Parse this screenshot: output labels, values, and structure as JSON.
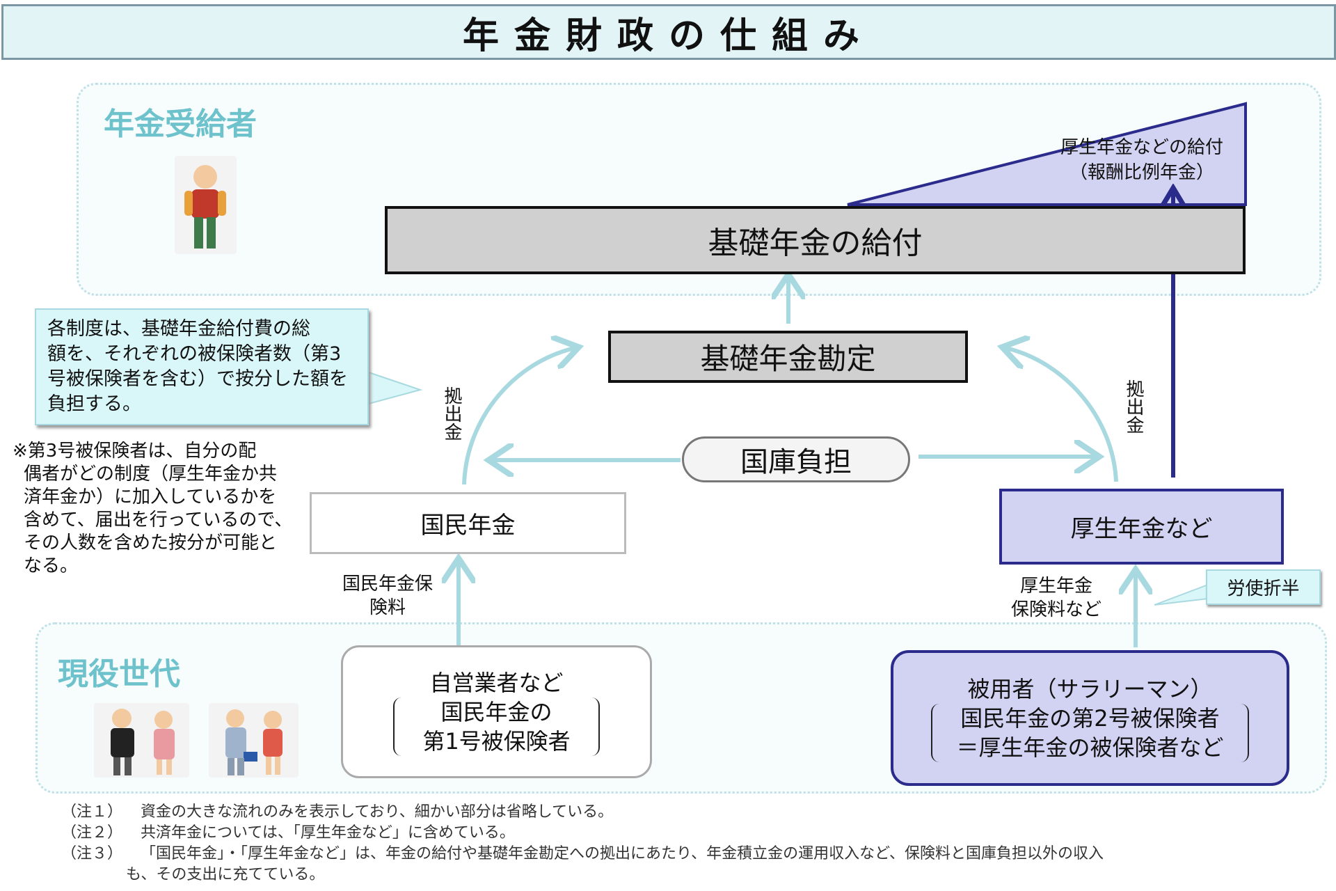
{
  "title": "年金財政の仕組み",
  "regions": {
    "recipients": "年金受給者",
    "working": "現役世代"
  },
  "benefits": {
    "employee_benefit_line1": "厚生年金などの給付",
    "employee_benefit_line2": "（報酬比例年金）",
    "basic_benefit": "基礎年金の給付"
  },
  "basic_account": "基礎年金勘定",
  "contribution_left": "拠出金",
  "contribution_right": "拠出金",
  "national_treasury": "国庫負担",
  "national_pension": "国民年金",
  "employee_pension": "厚生年金など",
  "national_premium": [
    "国民年金保",
    "険料"
  ],
  "employee_premium": [
    "厚生年金",
    "保険料など"
  ],
  "labor_split": "労使折半",
  "callout": [
    "各制度は、基礎年金給付費の総",
    "額を、それぞれの被保険者数（第3",
    "号被保険者を含む）で按分した額を",
    "負担する。"
  ],
  "note3": [
    "※第3号被保険者は、自分の配",
    "偶者がどの制度（厚生年金か共",
    "済年金か）に加入しているかを",
    "含めて、届出を行っているので、",
    "その人数を含めた按分が可能と",
    "なる。"
  ],
  "self_employed": [
    "自営業者など",
    "国民年金の",
    "第1号被保険者"
  ],
  "employees": [
    "被用者（サラリーマン）",
    "国民年金の第2号被保険者",
    "＝厚生年金の被保険者など"
  ],
  "footnotes": [
    {
      "label": "（注１）",
      "text": "資金の大きな流れのみを表示しており、細かい部分は省略している。"
    },
    {
      "label": "（注２）",
      "text": "共済年金については、「厚生年金など」に含めている。"
    },
    {
      "label": "（注３）",
      "text": "「国民年金」・「厚生年金など」は、年金の給付や基礎年金勘定への拠出にあたり、年金積立金の運用収入など、保険料と国庫負担以外の収入"
    },
    {
      "label": "",
      "text": "も、その支出に充てている。"
    }
  ],
  "colors": {
    "arrow_light": "#a9d9e0",
    "navy": "#2b2b8c",
    "lavender": "#d2d2f2",
    "callout": "#d9f6f8",
    "gray_box": "#d0d0d0"
  }
}
